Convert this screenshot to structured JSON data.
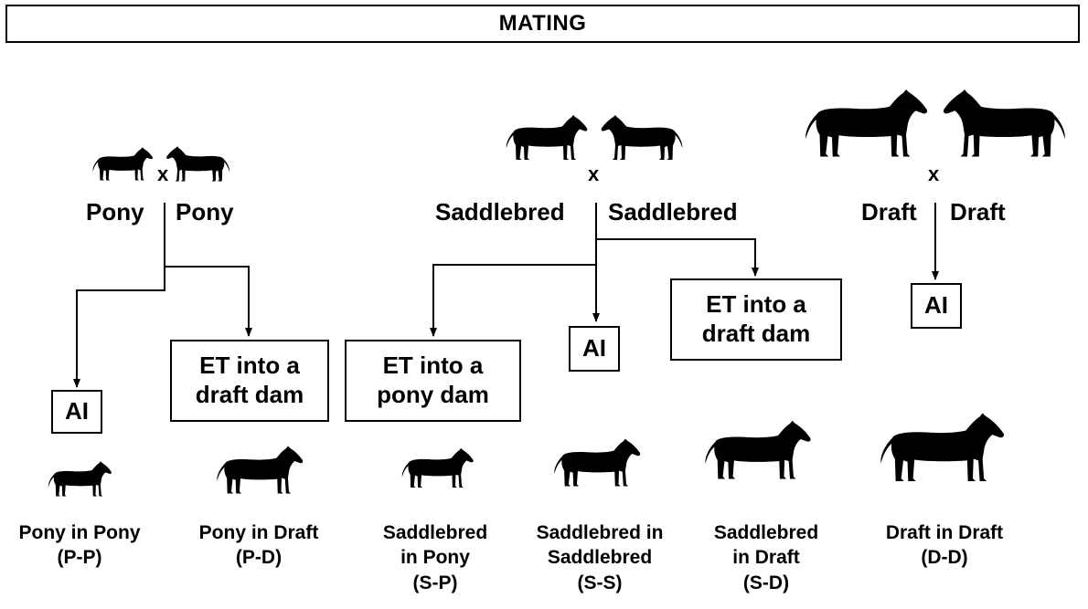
{
  "title": "MATING",
  "cross_symbol": "x",
  "pony_cross": {
    "left": "Pony",
    "right": "Pony"
  },
  "saddlebred_cross": {
    "left": "Saddlebred",
    "right": "Saddlebred"
  },
  "draft_cross": {
    "left": "Draft",
    "right": "Draft"
  },
  "boxes": {
    "ai": "AI",
    "et_draft": {
      "line1": "ET into a",
      "line2": "draft dam"
    },
    "et_pony": {
      "line1": "ET into a",
      "line2": "pony dam"
    }
  },
  "outcomes": [
    {
      "line1": "Pony in Pony",
      "line2": "(P-P)"
    },
    {
      "line1": "Pony in Draft",
      "line2": "(P-D)"
    },
    {
      "line1": "Saddlebred",
      "line2": "in Pony",
      "line3": "(S-P)"
    },
    {
      "line1": "Saddlebred in",
      "line2": "Saddlebred",
      "line3": "(S-S)"
    },
    {
      "line1": "Saddlebred",
      "line2": "in Draft",
      "line3": "(S-D)"
    },
    {
      "line1": "Draft in Draft",
      "line2": "(D-D)"
    }
  ],
  "colors": {
    "ink": "#000000",
    "background": "#ffffff"
  },
  "icons": [
    "pony-silhouette",
    "saddlebred-silhouette",
    "draft-horse-silhouette"
  ]
}
